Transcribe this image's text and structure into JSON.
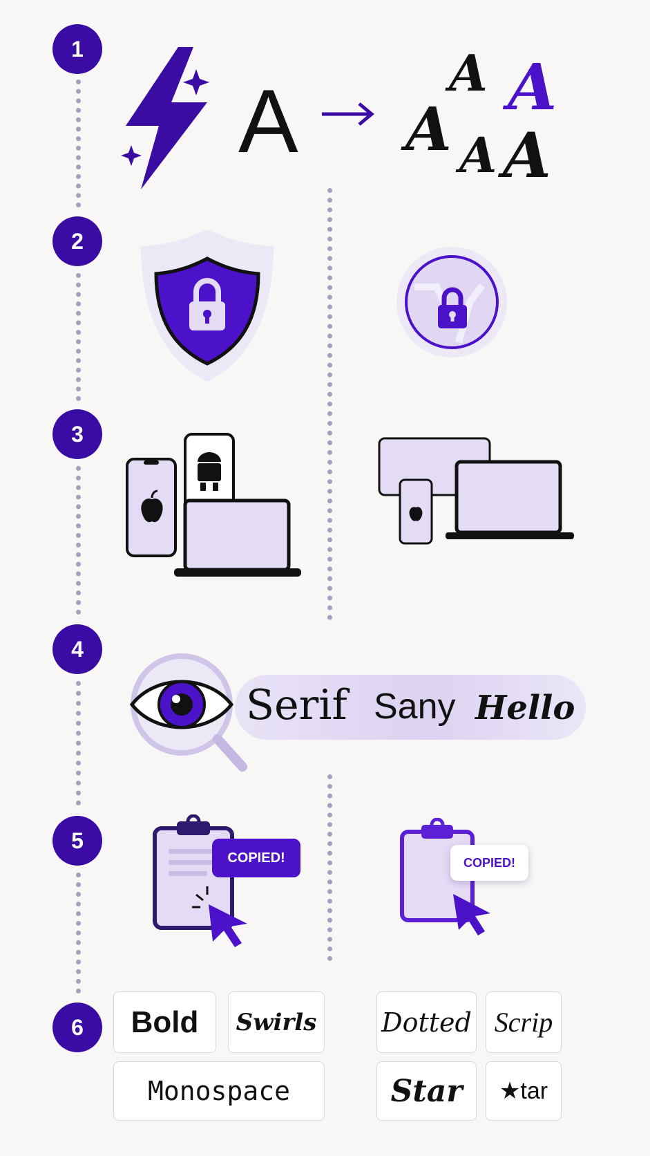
{
  "steps": [
    "1",
    "2",
    "3",
    "4",
    "5",
    "6"
  ],
  "step1": {
    "letter": "A",
    "arrow": "→",
    "script_letter": "A"
  },
  "step4": {
    "serif": "Serif",
    "sans": "Sany",
    "display": "Hello"
  },
  "step5": {
    "copied_left": "COPIED!",
    "copied_right": "COPIED!"
  },
  "step6": {
    "bold": "Bold",
    "swirls": "Swirls",
    "monospace": "Monospace",
    "dotted": "Dotted",
    "scrip": "Scrip",
    "star": "Star",
    "star_tar": "★tar"
  },
  "colors": {
    "accent": "#3a0ca3",
    "bright_accent": "#4b12c9",
    "light_purple": "#e4dcf5"
  }
}
